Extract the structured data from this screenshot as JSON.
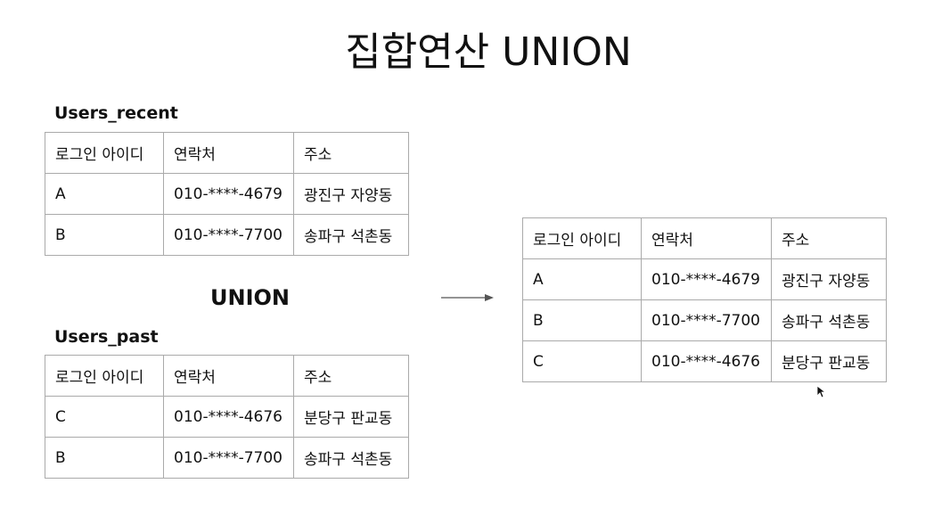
{
  "title": "집합연산 UNION",
  "operator_label": "UNION",
  "columns": [
    "로그인 아이디",
    "연락처",
    "주소"
  ],
  "users_recent": {
    "caption": "Users_recent",
    "rows": [
      [
        "A",
        "010-****-4679",
        "광진구 자양동"
      ],
      [
        "B",
        "010-****-7700",
        "송파구 석촌동"
      ]
    ]
  },
  "users_past": {
    "caption": "Users_past",
    "rows": [
      [
        "C",
        "010-****-4676",
        "분당구 판교동"
      ],
      [
        "B",
        "010-****-7700",
        "송파구 석촌동"
      ]
    ]
  },
  "result": {
    "rows": [
      [
        "A",
        "010-****-4679",
        "광진구 자양동"
      ],
      [
        "B",
        "010-****-7700",
        "송파구 석촌동"
      ],
      [
        "C",
        "010-****-4676",
        "분당구 판교동"
      ]
    ]
  },
  "colors": {
    "text": "#111111",
    "border": "#aaaaaa",
    "arrow": "#555555"
  },
  "icons": {
    "arrow": "right-arrow-icon",
    "cursor": "mouse-cursor-icon"
  }
}
